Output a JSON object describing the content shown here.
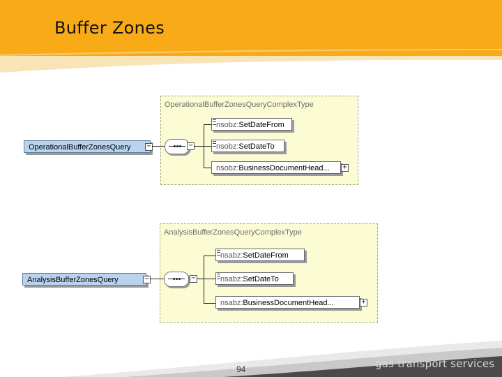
{
  "header": {
    "title": "Buffer Zones"
  },
  "diagrams": [
    {
      "complex_type": "OperationalBufferZonesQueryComplexType",
      "root": "OperationalBufferZonesQuery",
      "children": [
        {
          "ns": "nsobz:",
          "name": "SetDateFrom"
        },
        {
          "ns": "nsobz:",
          "name": "SetDateTo"
        },
        {
          "ns": "nsobz:",
          "name": "BusinessDocumentHead..."
        }
      ]
    },
    {
      "complex_type": "AnalysisBufferZonesQueryComplexType",
      "root": "AnalysisBufferZonesQuery",
      "children": [
        {
          "ns": "nsabz:",
          "name": "SetDateFrom"
        },
        {
          "ns": "nsabz:",
          "name": "SetDateTo"
        },
        {
          "ns": "nsabz:",
          "name": "BusinessDocumentHead..."
        }
      ]
    }
  ],
  "footer": {
    "page_number": "94",
    "brand": "gas transport services"
  },
  "colors": {
    "header": "#f9ab17",
    "complex_type_bg": "#fbfbd4",
    "root_bg": "#b9d3ee"
  }
}
